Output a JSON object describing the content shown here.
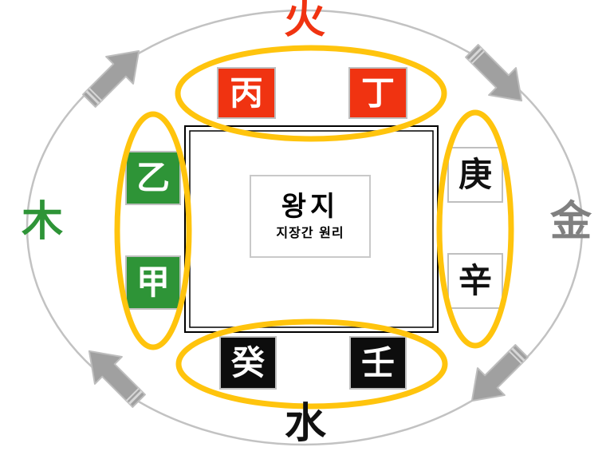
{
  "diagram": {
    "title": "왕지",
    "subtitle": "지장간 원리",
    "colors": {
      "fire": "#F03311",
      "wood": "#2E9437",
      "water": "#0D0D0D",
      "metal": "#808080",
      "highlight_ellipse": "#FFC40D",
      "outer_ellipse": "#BFBFBF",
      "arrow": "#9E9E9E",
      "inner_frame": "#000000",
      "cell_border": "#BFBFBF"
    },
    "elements": [
      {
        "name": "fire",
        "glyph": "火",
        "position": "top",
        "color": "#F03311"
      },
      {
        "name": "wood",
        "glyph": "木",
        "position": "left",
        "color": "#2E9437"
      },
      {
        "name": "metal",
        "glyph": "金",
        "position": "right",
        "color": "#808080"
      },
      {
        "name": "water",
        "glyph": "水",
        "position": "bottom",
        "color": "#111111"
      }
    ],
    "groups": [
      {
        "name": "fire-group",
        "position": "top",
        "element": "fire",
        "cells": [
          {
            "glyph": "丙",
            "style": "fire",
            "slot": "left"
          },
          {
            "glyph": "丁",
            "style": "fire",
            "slot": "right"
          }
        ]
      },
      {
        "name": "wood-group",
        "position": "left",
        "element": "wood",
        "cells": [
          {
            "glyph": "乙",
            "style": "wood",
            "slot": "top"
          },
          {
            "glyph": "甲",
            "style": "wood",
            "slot": "bottom"
          }
        ]
      },
      {
        "name": "metal-group",
        "position": "right",
        "element": "metal",
        "cells": [
          {
            "glyph": "庚",
            "style": "metal",
            "slot": "top"
          },
          {
            "glyph": "辛",
            "style": "metal",
            "slot": "bottom"
          }
        ]
      },
      {
        "name": "water-group",
        "position": "bottom",
        "element": "water",
        "cells": [
          {
            "glyph": "癸",
            "style": "water",
            "slot": "left"
          },
          {
            "glyph": "壬",
            "style": "water",
            "slot": "right"
          }
        ]
      }
    ],
    "arrows": [
      {
        "name": "arrow-top-left",
        "direction": "up-right"
      },
      {
        "name": "arrow-top-right",
        "direction": "down-right"
      },
      {
        "name": "arrow-bottom-right",
        "direction": "down-left"
      },
      {
        "name": "arrow-bottom-left",
        "direction": "up-left"
      }
    ]
  }
}
